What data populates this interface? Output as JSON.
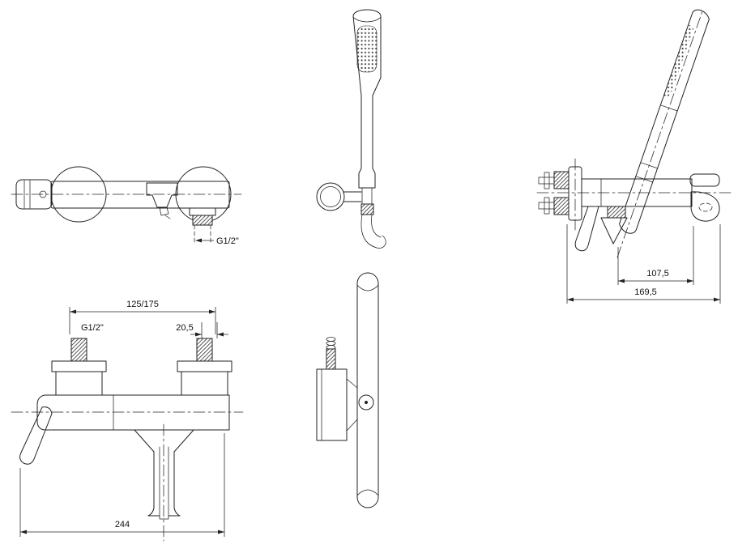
{
  "drawing": {
    "type": "technical-drawing",
    "subject": "wall-mounted bath shower mixer with handshower set",
    "colors": {
      "line": "#222222",
      "background": "#ffffff"
    },
    "labels": {
      "wall_outlet_thread": "G1/2\"",
      "inlet_center_distance": "125/175",
      "inlet_thread": "G1/2\"",
      "offset_small": "20,5",
      "overall_width": "244",
      "projection_inner": "107,5",
      "projection_total": "169,5"
    }
  }
}
